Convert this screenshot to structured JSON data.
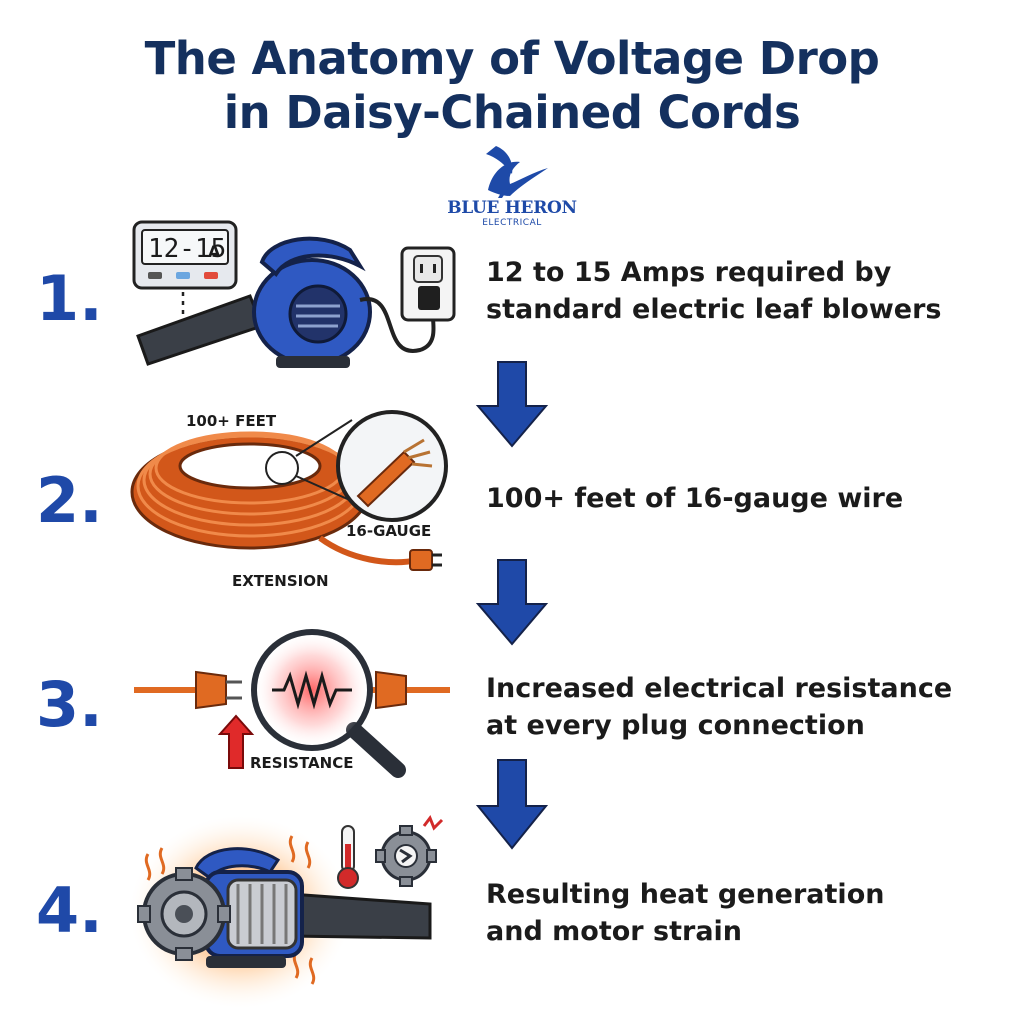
{
  "title": {
    "line1": "The Anatomy of Voltage Drop",
    "line2": "in Daisy-Chained Cords"
  },
  "logo": {
    "name": "BLUE HERON",
    "sub": "ELECTRICAL",
    "icon": "heron-icon"
  },
  "steps": [
    {
      "number": "1.",
      "line1": "12 to 15 Amps required by",
      "line2": "standard electric leaf blowers",
      "icon": "leaf-blower-icon",
      "meter_display": "12-15",
      "meter_unit": "A"
    },
    {
      "number": "2.",
      "line1": "100+ feet of 16-gauge wire",
      "icon": "extension-cord-icon",
      "label_length": "100+ FEET",
      "label_gauge": "16-GAUGE",
      "label_type": "EXTENSION"
    },
    {
      "number": "3.",
      "line1": "Increased electrical resistance",
      "line2": "at every plug connection",
      "icon": "resistor-magnifier-icon",
      "label_resistance": "RESISTANCE"
    },
    {
      "number": "4.",
      "line1": "Resulting heat generation",
      "line2": "and motor strain",
      "icon": "overheating-motor-icon"
    }
  ],
  "colors": {
    "title": "#14305e",
    "number": "#1f49a8",
    "arrow": "#1f49a8",
    "cord": "#e06a22",
    "heat": "#ff8a2a"
  }
}
